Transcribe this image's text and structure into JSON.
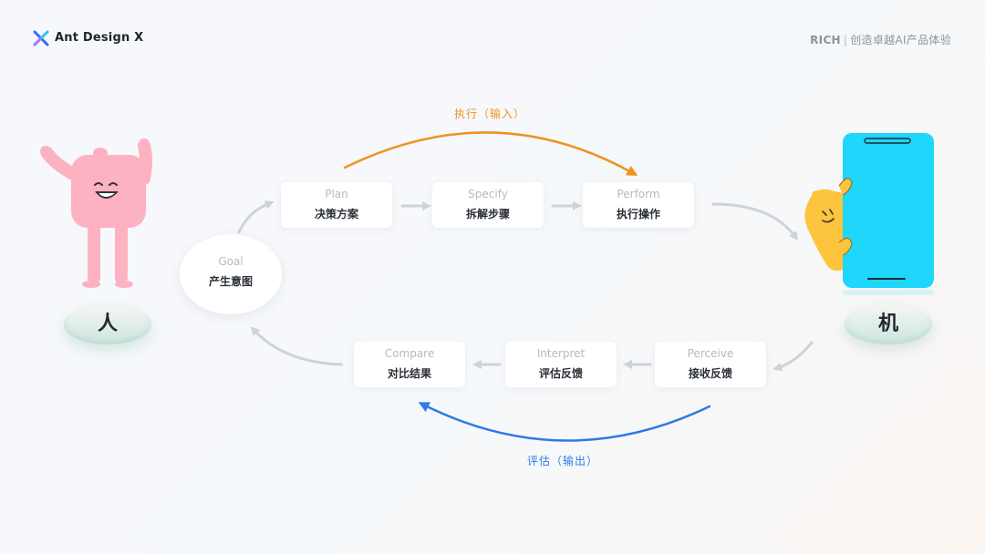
{
  "header": {
    "brand": "Ant Design X",
    "tagline_strong": "RICH",
    "tagline_sep": "|",
    "tagline_rest": "创造卓越AI产品体验"
  },
  "actors": {
    "human_label": "人",
    "machine_label": "机"
  },
  "goal": {
    "en": "Goal",
    "zh": "产生意图"
  },
  "top_steps": [
    {
      "en": "Plan",
      "zh": "决策方案"
    },
    {
      "en": "Specify",
      "zh": "拆解步骤"
    },
    {
      "en": "Perform",
      "zh": "执行操作"
    }
  ],
  "bottom_steps": [
    {
      "en": "Compare",
      "zh": "对比结果"
    },
    {
      "en": "Interpret",
      "zh": "评估反馈"
    },
    {
      "en": "Perceive",
      "zh": "接收反馈"
    }
  ],
  "arrows": {
    "execute_label": "执行（输入）",
    "evaluate_label": "评估（输出）"
  },
  "colors": {
    "execute_arrow": "#f0921f",
    "evaluate_arrow": "#2d7ae6",
    "human_figure": "#fdb2c2",
    "machine_phone": "#1fd6fb",
    "machine_figure": "#fdc53d",
    "connector_arrow": "#cfd2d6"
  }
}
